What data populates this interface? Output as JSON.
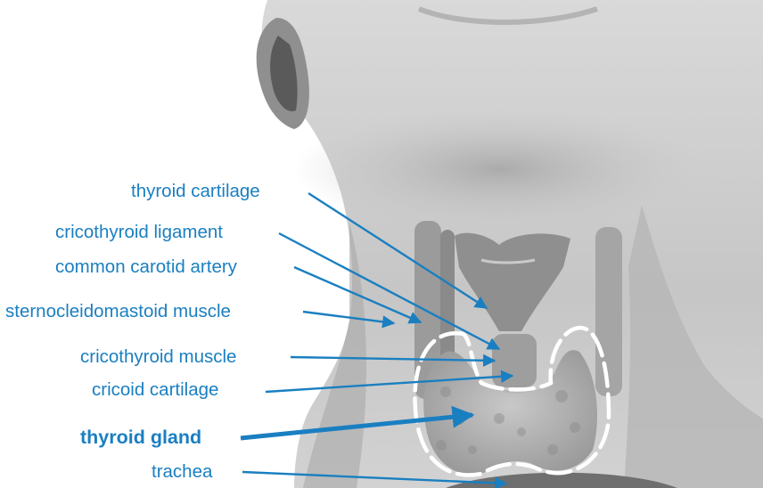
{
  "labels": {
    "thyroid_cartilage": "thyroid cartilage",
    "cricothyroid_ligament": "cricothyroid ligament",
    "common_carotid_artery": "common carotid artery",
    "sternocleidomastoid_muscle": "sternocleidomastoid muscle",
    "cricothyroid_muscle": "cricothyroid muscle",
    "cricoid_cartilage": "cricoid cartilage",
    "thyroid_gland": "thyroid gland",
    "trachea": "trachea"
  },
  "colors": {
    "label_blue": "#1a7fc1",
    "outline_white": "#ffffff",
    "skin_light": "#e6e6e6",
    "skin_mid": "#bdbdbd",
    "skin_dark": "#7d7d7d"
  },
  "highlighted_label": "thyroid gland"
}
